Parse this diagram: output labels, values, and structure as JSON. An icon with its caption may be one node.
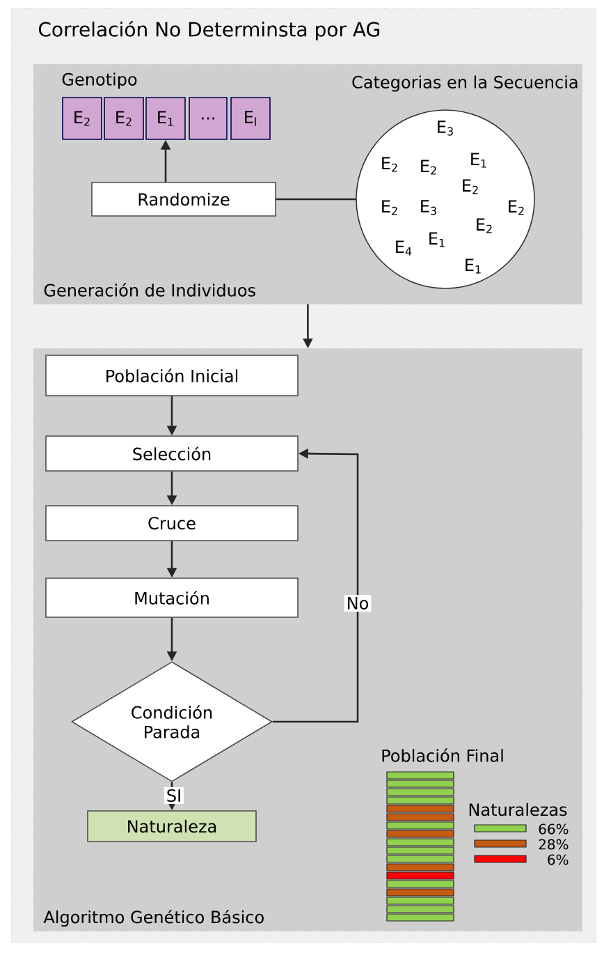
{
  "diagram": {
    "nodes": [
      {
        "text": [
          "Correlación No Determinsta por AG"
        ]
      },
      {
        "text": [
          "Generación de Individuos"
        ],
        "in": 0
      },
      {
        "text": [
          "E$_{2}$"
        ],
        "in": 1
      },
      {
        "text": [
          "E$_{2}$"
        ],
        "in": 1
      },
      {
        "text": [
          "E$_{1}$"
        ],
        "in": 1
      },
      {
        "text": [
          "..."
        ],
        "in": 1
      },
      {
        "text": [
          "E$_{l}$"
        ],
        "in": 1
      },
      {
        "text": [
          "Randomize"
        ],
        "in": 1
      },
      {
        "text": [
          "E$_{3}$",
          "E$_{2}$",
          "E$_{2}$",
          "E$_{1}$",
          "E$_{2}$",
          "E$_{2}$",
          "E$_{3}$",
          "E$_{2}$",
          "E$_{2}$",
          "E$_{4}$",
          "E$_{1}$",
          "E$_{1}$"
        ],
        "beside": [
          "Categorias en la Secuencia"
        ],
        "in": 1
      },
      {
        "text": [
          "Algoritmo Genético Básico"
        ],
        "in": 0
      },
      {
        "text": [
          "Población Inicial"
        ],
        "in": 9
      },
      {
        "text": [
          "Selección"
        ],
        "in": 9
      },
      {
        "text": [
          "Cruce"
        ],
        "in": 9
      },
      {
        "text": [
          "Mutación"
        ],
        "in": 9
      },
      {
        "text": [
          "Condición Parada"
        ],
        "in": 9
      },
      {
        "text": [
          "Naturaleza"
        ],
        "in": 9
      }
    ],
    "edges": [
      {
        "from": 7,
        "to": 4,
        "arrow": "to"
      },
      {
        "from": 7,
        "to": 8,
        "arrow": "none"
      },
      {
        "from": 1,
        "to": 9,
        "arrow": "to"
      },
      {
        "from": 10,
        "to": 11,
        "arrow": "to"
      },
      {
        "from": 11,
        "to": 12,
        "arrow": "to"
      },
      {
        "from": 12,
        "to": 13,
        "arrow": "to"
      },
      {
        "from": 13,
        "to": 14,
        "arrow": "to"
      },
      {
        "from": 14,
        "to": 11,
        "arrow": "to",
        "label": "No"
      },
      {
        "from": 14,
        "to": 15,
        "arrow": "to",
        "label": "SI"
      }
    ],
    "labels": [
      "Genotipo",
      "Población Final",
      "Naturalezas"
    ],
    "legend": [
      {
        "text": "66%",
        "color": "#92d050"
      },
      {
        "text": "28%",
        "color": "#c55a11"
      },
      {
        "text": "6%",
        "color": "#ff0000"
      }
    ]
  }
}
